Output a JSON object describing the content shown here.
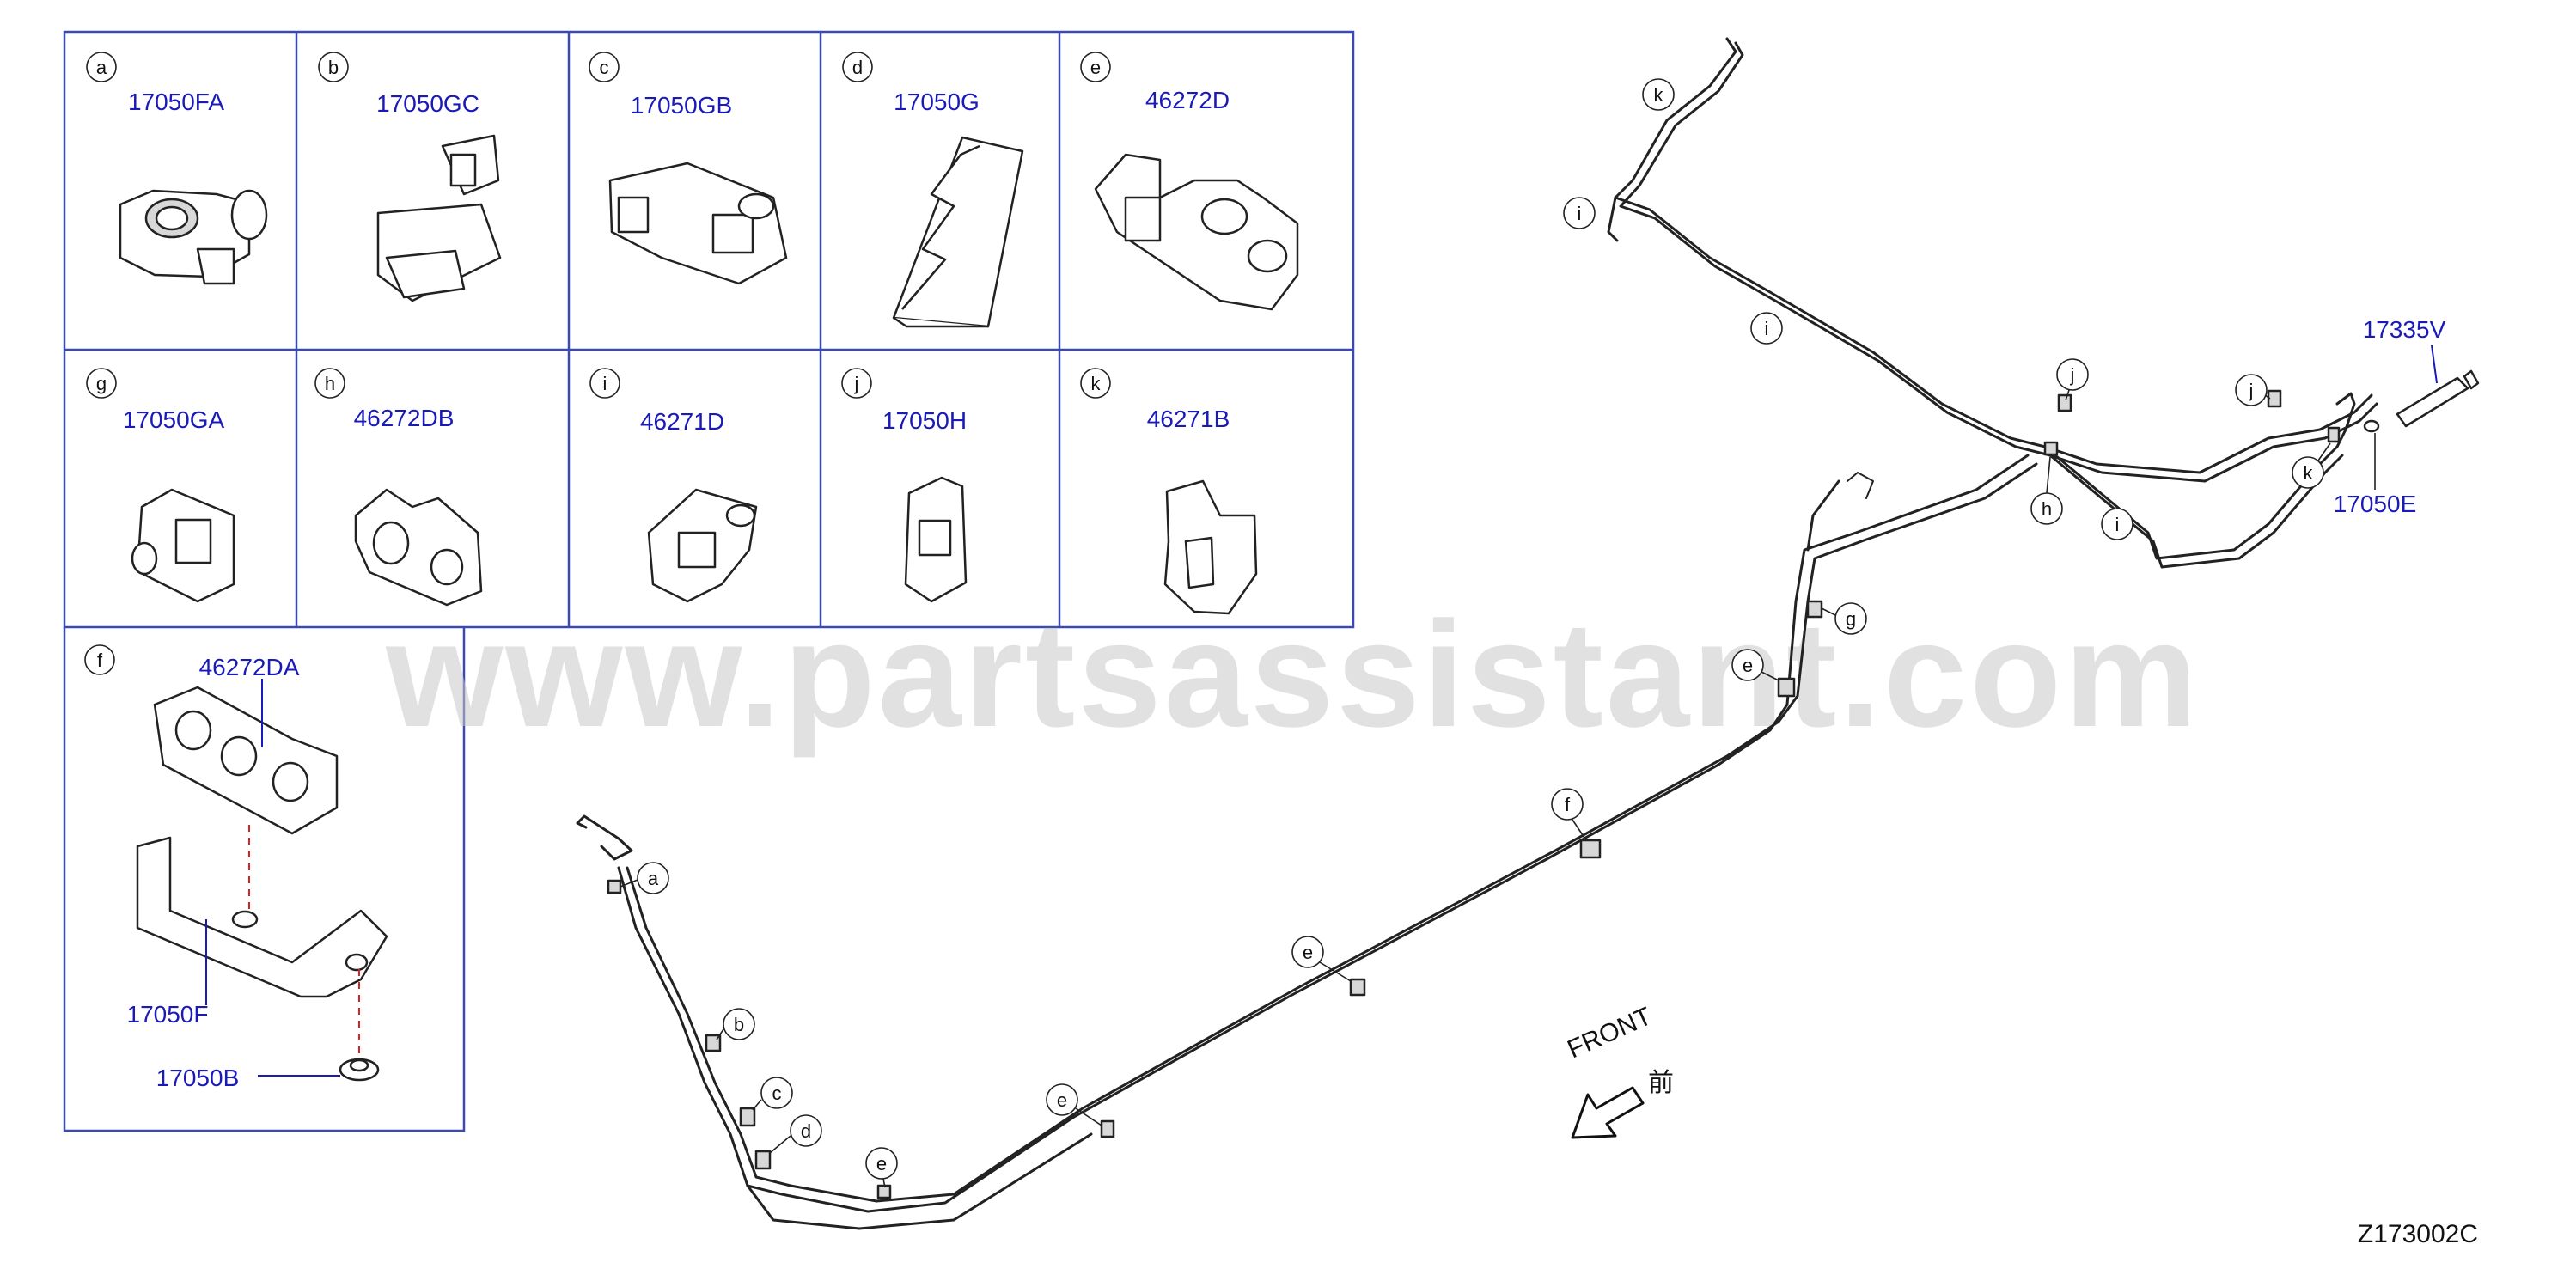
{
  "legend_cells": [
    {
      "letter": "a",
      "part": "17050FA"
    },
    {
      "letter": "b",
      "part": "17050GC"
    },
    {
      "letter": "c",
      "part": "17050GB"
    },
    {
      "letter": "d",
      "part": "17050G"
    },
    {
      "letter": "e",
      "part": "46272D"
    },
    {
      "letter": "g",
      "part": "17050GA"
    },
    {
      "letter": "h",
      "part": "46272DB"
    },
    {
      "letter": "i",
      "part": "46271D"
    },
    {
      "letter": "j",
      "part": "17050H"
    },
    {
      "letter": "k",
      "part": "46271B"
    }
  ],
  "assembly_f": {
    "letter": "f",
    "clamp_part": "46272DA",
    "bracket_part": "17050F",
    "nut_part": "17050B"
  },
  "callouts": {
    "a": "a",
    "b": "b",
    "c": "c",
    "d": "d",
    "e": "e",
    "f": "f",
    "g": "g",
    "h": "h",
    "i": "i",
    "j": "j",
    "k": "k"
  },
  "extra_parts": {
    "hose": "17335V",
    "hose_clip": "17050E"
  },
  "front": {
    "label": "FRONT",
    "kanji": "前"
  },
  "diagram_code": "Z173002C",
  "watermark": "www.partsassistant.com",
  "colors": {
    "part_number_text": "#1a1ab8",
    "grid_border": "#3a4ab0",
    "line": "#222222",
    "dashed_leader": "#dd2222"
  }
}
